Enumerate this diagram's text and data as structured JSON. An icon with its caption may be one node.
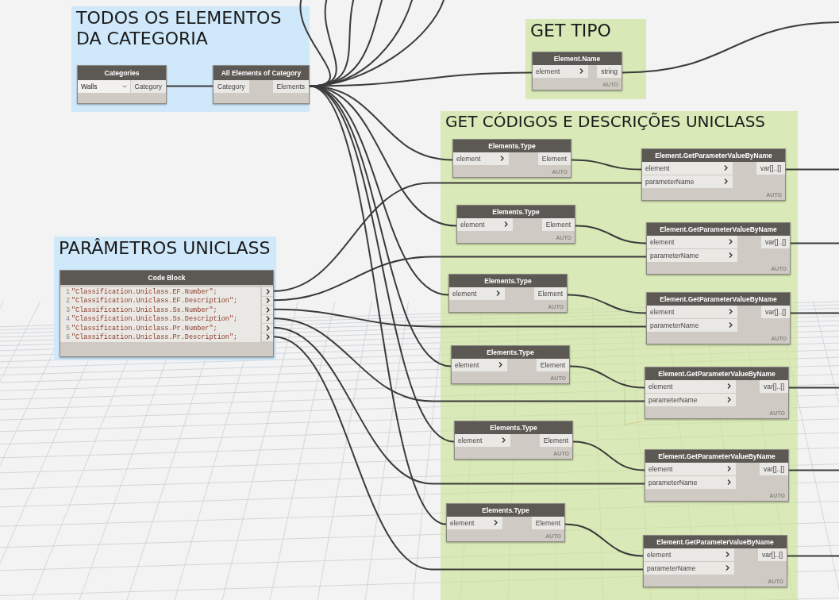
{
  "diagram": {
    "nodes": [
      {
        "text": [
          "TODOS OS ELEMENTOS DA CATEGORIA"
        ]
      },
      {
        "text": [
          "Categories",
          "Walls",
          "Category"
        ],
        "in": 0
      },
      {
        "text": [
          "All Elements of Category",
          "Category",
          "Elements"
        ],
        "in": 0
      },
      {
        "text": [
          "GET TIPO"
        ]
      },
      {
        "text": [
          "Element.Name",
          "element",
          "string",
          "AUTO"
        ],
        "in": 3
      },
      {
        "text": [
          "PARÂMETROS UNICLASS"
        ]
      },
      {
        "text": [
          "Code Block",
          "1",
          "\"Classification.Uniclass.EF.Number\";",
          "2",
          "\"Classification.Uniclass.EF.Description\";",
          "3",
          "\"Classification.Uniclass.Ss.Number\";",
          "4",
          "\"Classification.Uniclass.Ss.Description\";",
          "5",
          "\"Classification.Uniclass.Pr.Number\";",
          "6",
          "\"Classification.Uniclass.Pr.Description\";"
        ],
        "in": 5
      },
      {
        "text": [
          "GET CÓDIGOS E DESCRIÇÕES UNICLASS"
        ]
      },
      {
        "text": [
          "Elements.Type",
          "element",
          "Element",
          "AUTO"
        ],
        "in": 7
      },
      {
        "text": [
          "Element.GetParameterValueByName",
          "element",
          "parameterName",
          "var[]..[]",
          "AUTO"
        ],
        "in": 7
      },
      {
        "text": [
          "Elements.Type",
          "element",
          "Element",
          "AUTO"
        ],
        "in": 7
      },
      {
        "text": [
          "Element.GetParameterValueByName",
          "element",
          "parameterName",
          "var[]..[]",
          "AUTO"
        ],
        "in": 7
      },
      {
        "text": [
          "Elements.Type",
          "element",
          "Element",
          "AUTO"
        ],
        "in": 7
      },
      {
        "text": [
          "Element.GetParameterValueByName",
          "element",
          "parameterName",
          "var[]..[]",
          "AUTO"
        ],
        "in": 7
      },
      {
        "text": [
          "Elements.Type",
          "element",
          "Element",
          "AUTO"
        ],
        "in": 7
      },
      {
        "text": [
          "Element.GetParameterValueByName",
          "element",
          "parameterName",
          "var[]..[]",
          "AUTO"
        ],
        "in": 7
      },
      {
        "text": [
          "Elements.Type",
          "element",
          "Element",
          "AUTO"
        ],
        "in": 7
      },
      {
        "text": [
          "Element.GetParameterValueByName",
          "element",
          "parameterName",
          "var[]..[]",
          "AUTO"
        ],
        "in": 7
      },
      {
        "text": [
          "Elements.Type",
          "element",
          "Element",
          "AUTO"
        ],
        "in": 7
      },
      {
        "text": [
          "Element.GetParameterValueByName",
          "element",
          "parameterName",
          "var[]..[]",
          "AUTO"
        ],
        "in": 7
      }
    ],
    "edges": [
      {
        "from": 1,
        "to": 2,
        "arrow": "none"
      },
      {
        "from": 2,
        "to": 4,
        "arrow": "none"
      },
      {
        "from": 4,
        "to": null,
        "arrow": "none"
      },
      {
        "from": 2,
        "to": 8,
        "arrow": "none"
      },
      {
        "from": 2,
        "to": 10,
        "arrow": "none"
      },
      {
        "from": 2,
        "to": 12,
        "arrow": "none"
      },
      {
        "from": 2,
        "to": 14,
        "arrow": "none"
      },
      {
        "from": 2,
        "to": 16,
        "arrow": "none"
      },
      {
        "from": 2,
        "to": 18,
        "arrow": "none"
      },
      {
        "from": 2,
        "to": null,
        "arrow": "none"
      },
      {
        "from": 2,
        "to": null,
        "arrow": "none"
      },
      {
        "from": 2,
        "to": null,
        "arrow": "none"
      },
      {
        "from": 2,
        "to": null,
        "arrow": "none"
      },
      {
        "from": 2,
        "to": null,
        "arrow": "none"
      },
      {
        "from": 2,
        "to": null,
        "arrow": "none"
      },
      {
        "from": 8,
        "to": 9,
        "arrow": "none"
      },
      {
        "from": 10,
        "to": 11,
        "arrow": "none"
      },
      {
        "from": 12,
        "to": 13,
        "arrow": "none"
      },
      {
        "from": 14,
        "to": 15,
        "arrow": "none"
      },
      {
        "from": 16,
        "to": 17,
        "arrow": "none"
      },
      {
        "from": 18,
        "to": 19,
        "arrow": "none"
      },
      {
        "from": 6,
        "to": 9,
        "arrow": "none"
      },
      {
        "from": 6,
        "to": 11,
        "arrow": "none"
      },
      {
        "from": 6,
        "to": 13,
        "arrow": "none"
      },
      {
        "from": 6,
        "to": 15,
        "arrow": "none"
      },
      {
        "from": 6,
        "to": 17,
        "arrow": "none"
      },
      {
        "from": 6,
        "to": 19,
        "arrow": "none"
      },
      {
        "from": 9,
        "to": null,
        "arrow": "none"
      },
      {
        "from": 11,
        "to": null,
        "arrow": "none"
      },
      {
        "from": 13,
        "to": null,
        "arrow": "none"
      },
      {
        "from": 15,
        "to": null,
        "arrow": "none"
      },
      {
        "from": 17,
        "to": null,
        "arrow": "none"
      },
      {
        "from": 19,
        "to": null,
        "arrow": "none"
      }
    ]
  }
}
